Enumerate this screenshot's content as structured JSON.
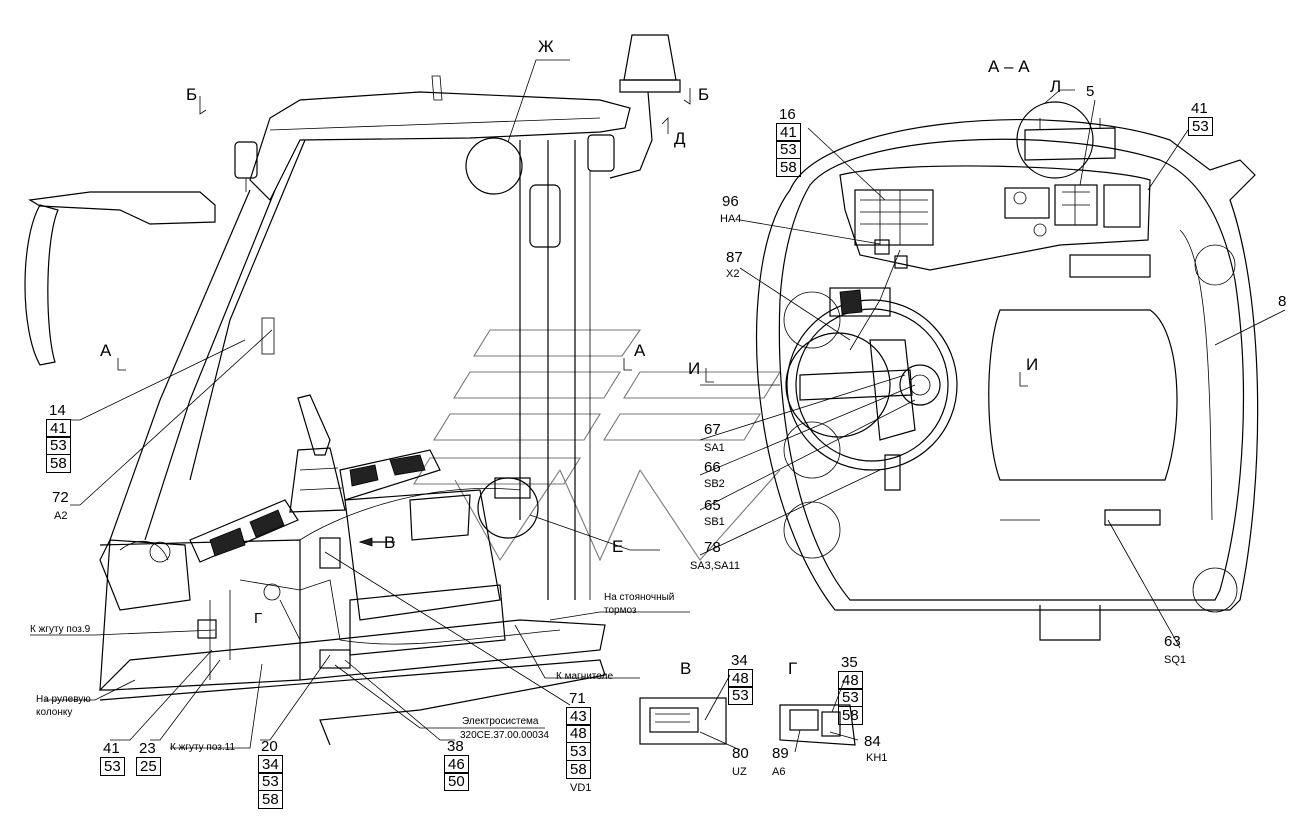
{
  "views": {
    "aa": "А – А",
    "a_left": "А",
    "a_right": "А",
    "b_left": "Б",
    "b_right": "Б",
    "d": "Д",
    "zh": "Ж",
    "l": "Л",
    "i_left": "И",
    "i_right": "И",
    "e": "Е",
    "v_arrow": "В",
    "g_small": "Г",
    "v_detail": "В",
    "g_detail": "Г"
  },
  "stacks": {
    "s14": [
      "14",
      "41",
      "53",
      "58"
    ],
    "s16": [
      "16",
      "41",
      "53",
      "58"
    ],
    "s41r": [
      "41",
      "53"
    ],
    "s41b": [
      "41",
      "53"
    ],
    "s23": [
      "23",
      "25"
    ],
    "s20": [
      "20",
      "34",
      "53",
      "58"
    ],
    "s38": [
      "38",
      "46",
      "50"
    ],
    "s71": [
      "71",
      "43",
      "48",
      "53",
      "58"
    ],
    "s34": [
      "34",
      "48",
      "53"
    ],
    "s35": [
      "35",
      "48",
      "53",
      "58"
    ]
  },
  "labels": {
    "n5": "5",
    "n96": "96",
    "ha4": "HA4",
    "n87": "87",
    "x2": "X2",
    "n8": "8",
    "n67": "67",
    "sa1": "SA1",
    "n66": "66",
    "sb2": "SB2",
    "n65": "65",
    "sb1": "SB1",
    "n78": "78",
    "sa3": "SA3,SA11",
    "n63": "63",
    "sq1": "SQ1",
    "n72": "72",
    "a2": "A2",
    "n80": "80",
    "uz": "UZ",
    "n89": "89",
    "a6": "A6",
    "n84": "84",
    "kh1": "KH1",
    "vd1": "VD1"
  },
  "notes": {
    "harness9": "К жгуту поз.9",
    "steering1": "На рулевую",
    "steering2": "колонку",
    "harness11": "К жгуту поз.11",
    "parking1": "На стояночный",
    "parking2": "тормоз",
    "radio": "К магнитоле",
    "electro1": "Электросистема",
    "electro2": "320CE.37.00.00034"
  }
}
